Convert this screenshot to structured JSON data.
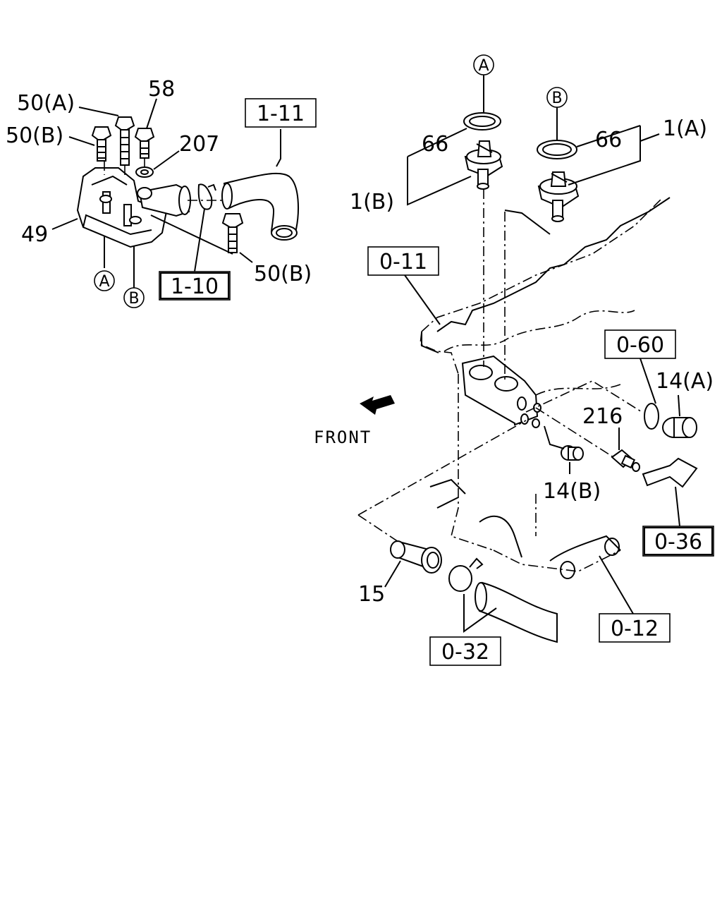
{
  "diagram": {
    "front_label": "FRONT",
    "part_labels": {
      "p50a": "50(A)",
      "p58": "58",
      "p50b_top": "50(B)",
      "p207": "207",
      "p49": "49",
      "p50b_bottom": "50(B)",
      "p66_left": "66",
      "p66_right": "66",
      "p1a": "1(A)",
      "p1b": "1(B)",
      "p14a": "14(A)",
      "p216": "216",
      "p14b": "14(B)",
      "p15": "15"
    },
    "circle_markers": {
      "a_left": "A",
      "b_left": "B",
      "a_top": "A",
      "b_top": "B"
    },
    "ref_boxes": {
      "r111": "1-11",
      "r110": "1-10",
      "r011": "0-11",
      "r060": "0-60",
      "r036": "0-36",
      "r012": "0-12",
      "r032": "0-32"
    }
  }
}
